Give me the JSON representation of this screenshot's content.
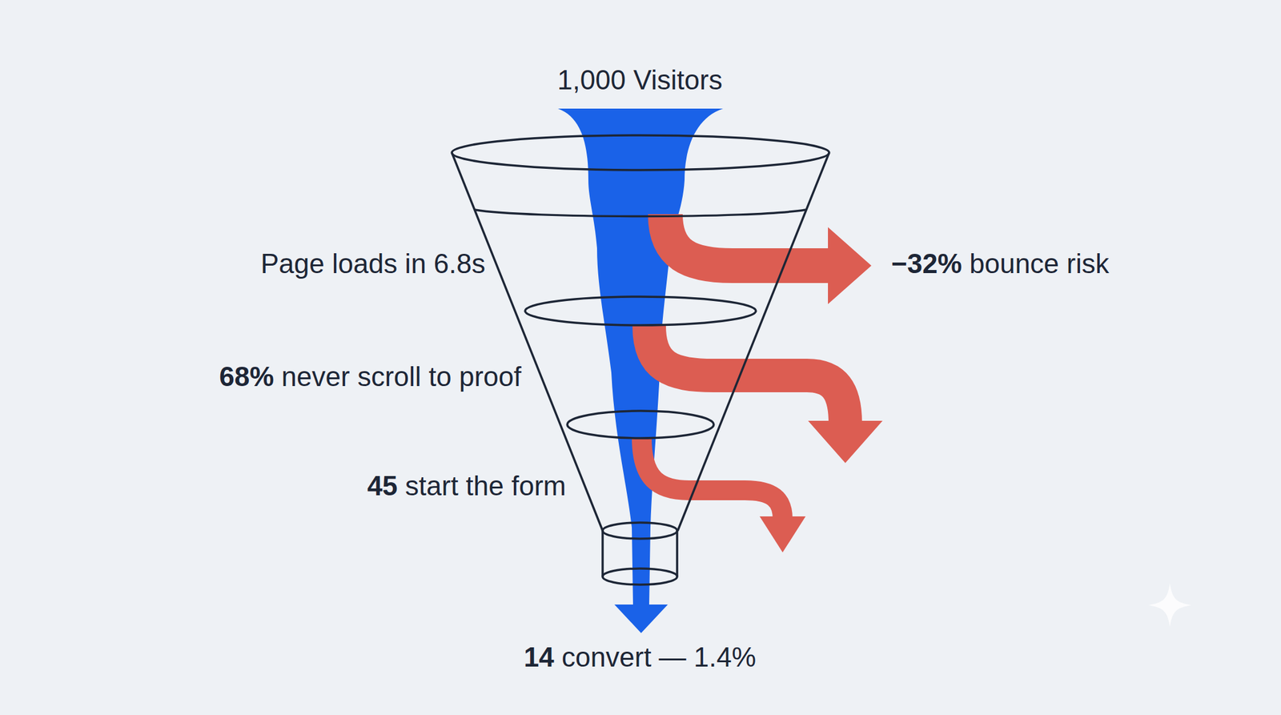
{
  "diagram": {
    "labels": [
      "1,000 Visitors",
      "Page loads in 6.8s",
      "−32% bounce risk",
      "68% never scroll to proof",
      "45 start the form",
      "14 convert — 1.4%"
    ]
  }
}
